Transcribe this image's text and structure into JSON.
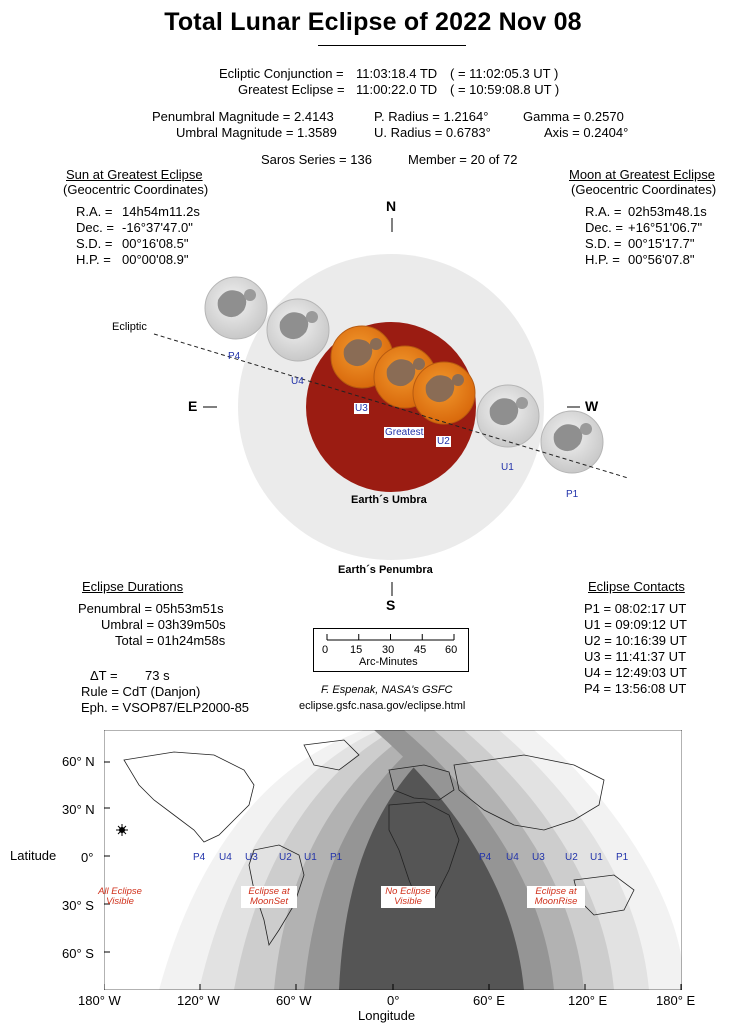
{
  "title": "Total Lunar Eclipse of  2022 Nov 08",
  "conjunction": {
    "ecliptic_label": "Ecliptic Conjunction =",
    "ecliptic_value": "11:03:18.4 TD",
    "ecliptic_ut": "( = 11:02:05.3 UT )",
    "greatest_label": "Greatest Eclipse =",
    "greatest_value": "11:00:22.0 TD",
    "greatest_ut": "( = 10:59:08.8 UT )"
  },
  "params": {
    "pen_mag": "Penumbral Magnitude =  2.4143",
    "umb_mag": "Umbral Magnitude =  1.3589",
    "p_radius": "P. Radius = 1.2164°",
    "u_radius": "U. Radius = 0.6783°",
    "gamma": "Gamma =  0.2570",
    "axis": "Axis =  0.2404°"
  },
  "saros": {
    "series": "Saros Series = 136",
    "member": "Member = 20 of 72"
  },
  "sun": {
    "heading": "Sun at Greatest Eclipse",
    "sub": "(Geocentric Coordinates)",
    "rows": [
      {
        "label": "R.A. =",
        "value": "14h54m11.2s"
      },
      {
        "label": "Dec. =",
        "value": "-16°37'47.0\""
      },
      {
        "label": "S.D. =",
        "value": "00°16'08.5\""
      },
      {
        "label": "H.P. =",
        "value": "00°00'08.9\""
      }
    ]
  },
  "moon": {
    "heading": "Moon at Greatest Eclipse",
    "sub": "(Geocentric Coordinates)",
    "rows": [
      {
        "label": "R.A. =",
        "value": "02h53m48.1s"
      },
      {
        "label": "Dec. =",
        "value": "+16°51'06.7\""
      },
      {
        "label": "S.D. =",
        "value": "00°15'17.7\""
      },
      {
        "label": "H.P. =",
        "value": "00°56'07.8\""
      }
    ]
  },
  "diagram": {
    "north": "N",
    "south": "S",
    "east": "E",
    "west": "W",
    "ecliptic": "Ecliptic",
    "umbra_label": "Earth´s Umbra",
    "penumbra_label": "Earth´s Penumbra",
    "contacts": {
      "p4": "P4",
      "u4": "U4",
      "u3": "U3",
      "greatest": "Greatest",
      "u2": "U2",
      "u1": "U1",
      "p1": "P1"
    },
    "colors": {
      "penumbra": "#ebebeb",
      "umbra": "#9b1c12",
      "moon_orange": "#e07a12",
      "moon_gray": "#d9d9d9"
    }
  },
  "durations": {
    "heading": "Eclipse Durations",
    "penumbral": "Penumbral = 05h53m51s",
    "umbral": "Umbral = 03h39m50s",
    "total": "Total = 01h24m58s"
  },
  "scale": {
    "ticks": [
      "0",
      "15",
      "30",
      "45",
      "60"
    ],
    "label": "Arc-Minutes"
  },
  "misc": {
    "delta_t_label": "ΔT =",
    "delta_t_value": "73 s",
    "rule": "Rule = CdT (Danjon)",
    "eph": "Eph. = VSOP87/ELP2000-85",
    "credit": "F. Espenak, NASA's GSFC",
    "url": "eclipse.gsfc.nasa.gov/eclipse.html"
  },
  "contacts": {
    "heading": "Eclipse Contacts",
    "list": [
      "P1 = 08:02:17 UT",
      "U1 = 09:09:12 UT",
      "U2 = 10:16:39 UT",
      "U3 = 11:41:37 UT",
      "U4 = 12:49:03 UT",
      "P4 = 13:56:08 UT"
    ]
  },
  "map": {
    "ylabel": "Latitude",
    "xlabel": "Longitude",
    "lat_ticks": [
      "60° N",
      "30° N",
      "0°",
      "30° S",
      "60° S"
    ],
    "lon_ticks": [
      "180° W",
      "120° W",
      "60° W",
      "0°",
      "60° E",
      "120° E",
      "180° E"
    ],
    "contact_labels_west": [
      "P4",
      "U4",
      "U3",
      "U2",
      "U1",
      "P1"
    ],
    "contact_labels_east": [
      "P4",
      "U4",
      "U3",
      "U2",
      "U1",
      "P1"
    ],
    "notes": {
      "all": [
        "All Eclipse",
        "Visible"
      ],
      "moonset": [
        "Eclipse at",
        "MoonSet"
      ],
      "none": [
        "No Eclipse",
        "Visible"
      ],
      "moonrise": [
        "Eclipse at",
        "MoonRise"
      ]
    }
  }
}
